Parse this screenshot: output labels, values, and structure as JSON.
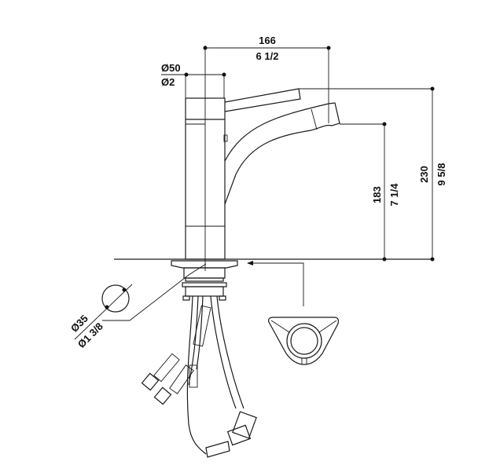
{
  "dimensions": {
    "spout_reach": {
      "mm": "166",
      "inch": "6 1/2"
    },
    "body_diameter": {
      "mm": "Ø50",
      "inch": "Ø2"
    },
    "spout_height": {
      "mm": "183",
      "inch": "7 1/4"
    },
    "total_height": {
      "mm": "230",
      "inch": "9 5/8"
    },
    "hole_diameter": {
      "mm": "Ø35",
      "inch": "Ø1 3/8"
    }
  },
  "colors": {
    "line": "#1a1a1a",
    "background": "#ffffff"
  }
}
